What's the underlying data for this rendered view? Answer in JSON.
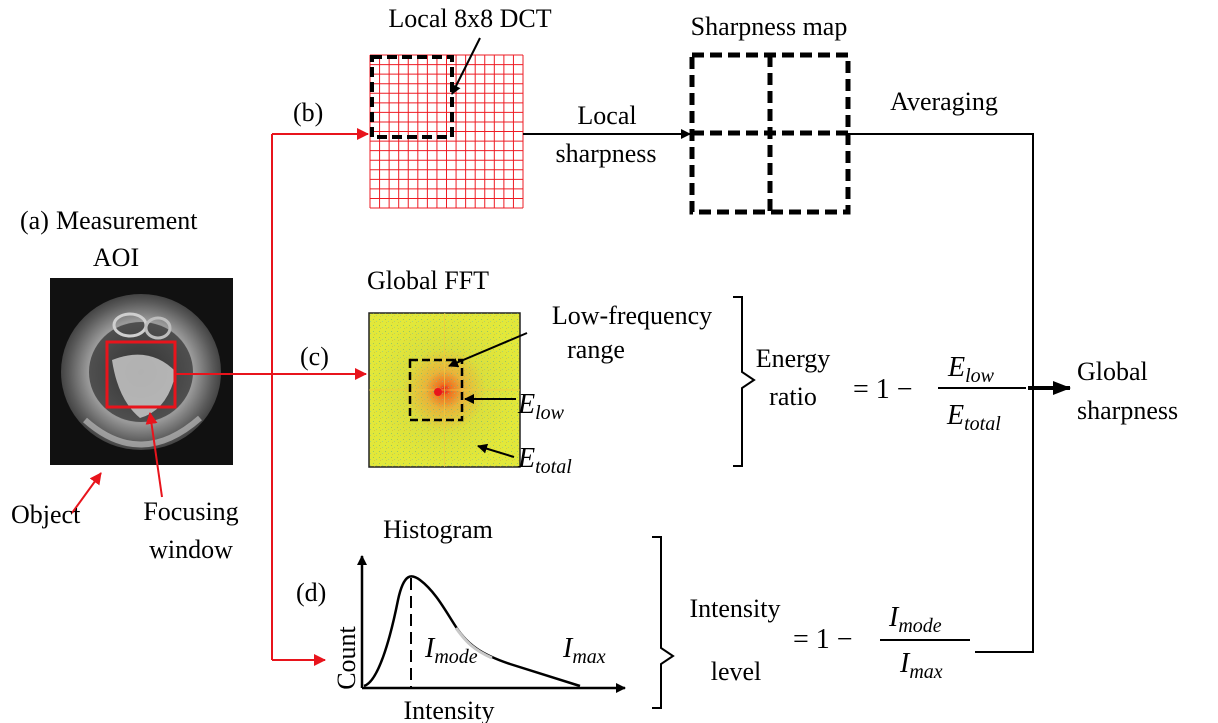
{
  "labels": {
    "panel_a": "(a)",
    "measurement": "Measurement",
    "aoi": "AOI",
    "object": "Object",
    "focusing1": "Focusing",
    "focusing2": "window",
    "panel_b": "(b)",
    "dct": "Local 8x8 DCT",
    "local": "Local",
    "sharpness": "sharpness",
    "sharpmap": "Sharpness map",
    "averaging": "Averaging",
    "panel_c": "(c)",
    "fft": "Global FFT",
    "lowfreq1": "Low-frequency",
    "lowfreq2": "range",
    "energy1": "Energy",
    "energy2": "ratio",
    "global1": "Global",
    "global2": "sharpness",
    "panel_d": "(d)",
    "histogram": "Histogram",
    "count": "Count",
    "intensity": "Intensity",
    "ilevel1": "Intensity",
    "ilevel2": "level"
  },
  "math": {
    "E": "E",
    "low": "low",
    "total": "total",
    "I": "I",
    "mode": "mode",
    "max": "max",
    "one_minus": "= 1 −"
  },
  "colors": {
    "arrow_red": "#e8141c",
    "grid_red": "#ee1c24",
    "fft_yellow": "#e0e83a",
    "line_black": "#000000"
  }
}
